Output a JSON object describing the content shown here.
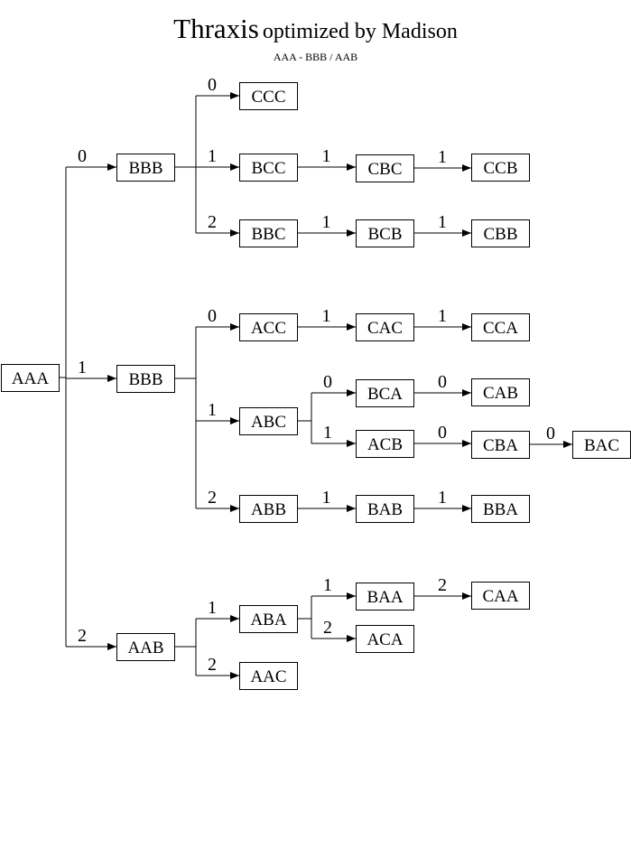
{
  "header": {
    "title": "Thraxis",
    "title_suffix": "optimized by Madison",
    "subtitle": "AAA - BBB / AAB"
  },
  "tree": {
    "root": "AAA",
    "nodes": {
      "aaa": "AAA",
      "bbb_0": "BBB",
      "bbb_1": "BBB",
      "aab": "AAB",
      "ccc": "CCC",
      "bcc": "BCC",
      "cbc": "CBC",
      "ccb": "CCB",
      "bbc": "BBC",
      "bcb": "BCB",
      "cbb": "CBB",
      "acc": "ACC",
      "cac": "CAC",
      "cca": "CCA",
      "abc": "ABC",
      "bca": "BCA",
      "cab": "CAB",
      "acb": "ACB",
      "cba": "CBA",
      "bac": "BAC",
      "abb": "ABB",
      "bab": "BAB",
      "bba": "BBA",
      "aba": "ABA",
      "baa": "BAA",
      "caa": "CAA",
      "aca": "ACA",
      "aac": "AAC"
    },
    "edges": [
      {
        "from": "aaa",
        "to": "bbb_0",
        "label": "0"
      },
      {
        "from": "aaa",
        "to": "bbb_1",
        "label": "1"
      },
      {
        "from": "aaa",
        "to": "aab",
        "label": "2"
      },
      {
        "from": "bbb_0",
        "to": "ccc",
        "label": "0"
      },
      {
        "from": "bbb_0",
        "to": "bcc",
        "label": "1"
      },
      {
        "from": "bbb_0",
        "to": "bbc",
        "label": "2"
      },
      {
        "from": "bcc",
        "to": "cbc",
        "label": "1"
      },
      {
        "from": "cbc",
        "to": "ccb",
        "label": "1"
      },
      {
        "from": "bbc",
        "to": "bcb",
        "label": "1"
      },
      {
        "from": "bcb",
        "to": "cbb",
        "label": "1"
      },
      {
        "from": "bbb_1",
        "to": "acc",
        "label": "0"
      },
      {
        "from": "bbb_1",
        "to": "abc",
        "label": "1"
      },
      {
        "from": "bbb_1",
        "to": "abb",
        "label": "2"
      },
      {
        "from": "acc",
        "to": "cac",
        "label": "1"
      },
      {
        "from": "cac",
        "to": "cca",
        "label": "1"
      },
      {
        "from": "abc",
        "to": "bca",
        "label": "0"
      },
      {
        "from": "abc",
        "to": "acb",
        "label": "1"
      },
      {
        "from": "bca",
        "to": "cab",
        "label": "0"
      },
      {
        "from": "acb",
        "to": "cba",
        "label": "0"
      },
      {
        "from": "cba",
        "to": "bac",
        "label": "0"
      },
      {
        "from": "abb",
        "to": "bab",
        "label": "1"
      },
      {
        "from": "bab",
        "to": "bba",
        "label": "1"
      },
      {
        "from": "aab",
        "to": "aba",
        "label": "1"
      },
      {
        "from": "aab",
        "to": "aac",
        "label": "2"
      },
      {
        "from": "aba",
        "to": "baa",
        "label": "1"
      },
      {
        "from": "aba",
        "to": "aca",
        "label": "2"
      },
      {
        "from": "baa",
        "to": "caa",
        "label": "2"
      }
    ]
  }
}
